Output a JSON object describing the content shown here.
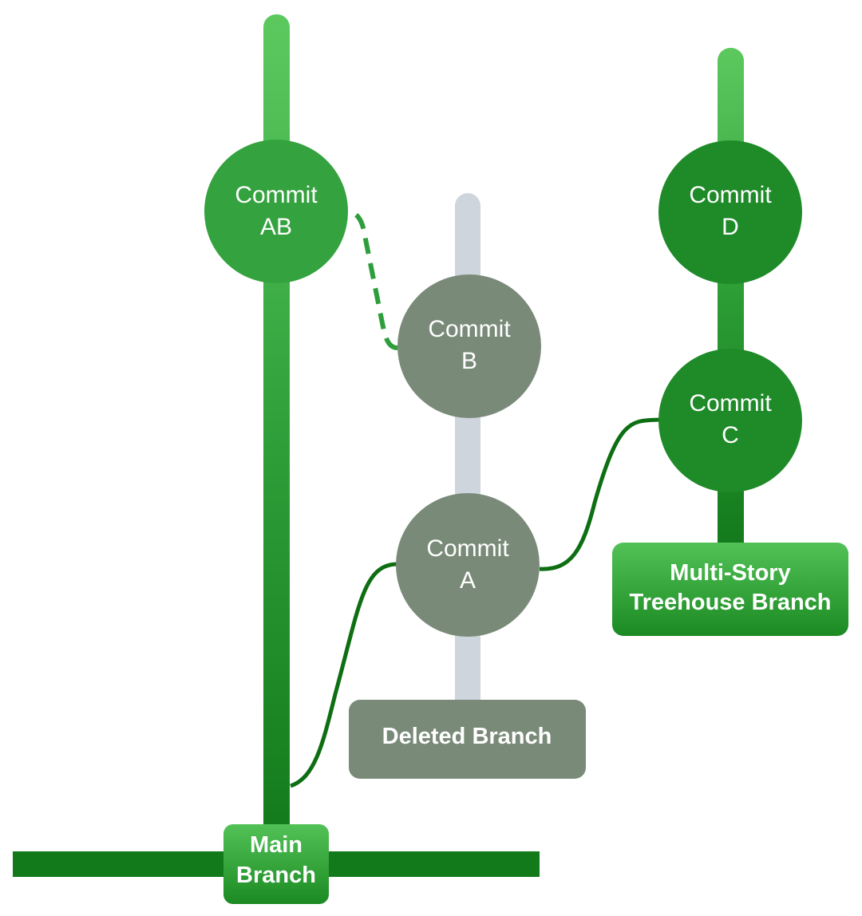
{
  "commits": {
    "ab": {
      "line1": "Commit",
      "line2": "AB"
    },
    "b": {
      "line1": "Commit",
      "line2": "B"
    },
    "a": {
      "line1": "Commit",
      "line2": "A"
    },
    "c": {
      "line1": "Commit",
      "line2": "C"
    },
    "d": {
      "line1": "Commit",
      "line2": "D"
    }
  },
  "branches": {
    "main": {
      "line1": "Main",
      "line2": "Branch"
    },
    "deleted": {
      "line1": "Deleted Branch"
    },
    "treehouse": {
      "line1": "Multi-Story",
      "line2": "Treehouse Branch"
    }
  },
  "colors": {
    "active_green": "#2e9e3c",
    "dark_green": "#1e8a28",
    "deleted_gray": "#798a78",
    "deleted_trunk": "#ced5dd",
    "connector": "#0d6e12"
  }
}
